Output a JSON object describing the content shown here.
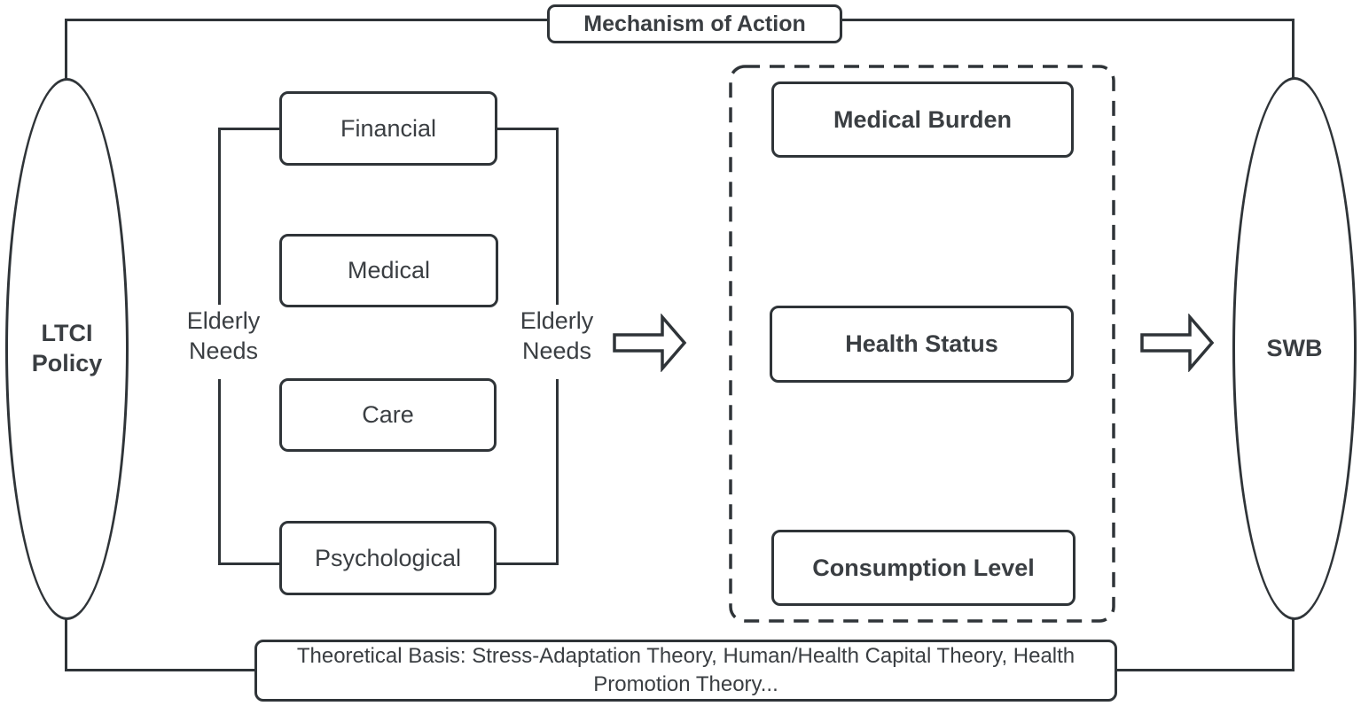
{
  "diagram": {
    "title": "Mechanism of Action",
    "policy_node": "LTCI Policy",
    "outcome_node": "SWB",
    "needs_label_left": "Elderly Needs",
    "needs_label_right": "Elderly Needs",
    "need_boxes": [
      "Financial",
      "Medical",
      "Care",
      "Psychological"
    ],
    "mechanism_boxes": [
      "Medical Burden",
      "Health Status",
      "Consumption Level"
    ],
    "bottom_note": "Theoretical Basis: Stress-Adaptation Theory, Human/Health Capital Theory, Health Promotion Theory...",
    "colors": {
      "line": "#2f3438",
      "text": "#3a3e42",
      "background": "#ffffff"
    }
  }
}
